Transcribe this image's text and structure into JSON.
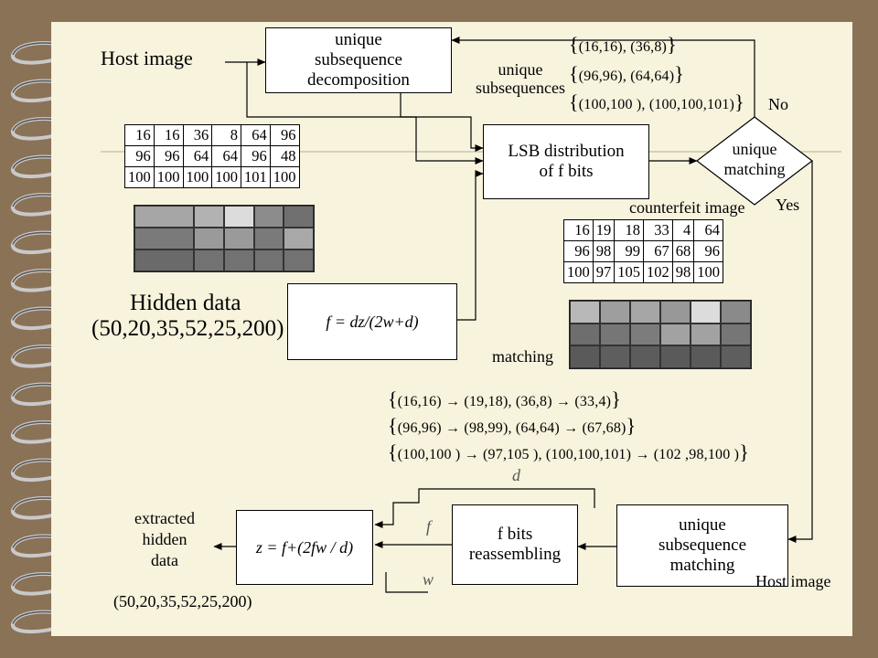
{
  "boxes": {
    "decomposition": "unique\nsubsequence\ndecomposition",
    "lsb": "LSB distribution\nof f bits",
    "formula_f": "f = dz/(2w+d)",
    "reassembling": "f bits\nreassembling",
    "matching_box": "unique\nsubsequence\nmatching",
    "formula_z": "z = f+(2fw / d)",
    "decision": "unique\nmatching"
  },
  "labels": {
    "host_image_top": "Host image",
    "host_image_bottom": "Host image",
    "unique_subsequences": "unique\nsubsequences",
    "no": "No",
    "yes": "Yes",
    "counterfeit_image": "counterfeit image",
    "hidden_data_title": "Hidden data",
    "hidden_data_values": "(50,20,35,52,25,200)",
    "matching": "matching",
    "extracted": "extracted\nhidden\ndata",
    "extracted_values": "(50,20,35,52,25,200)",
    "var_d": "d",
    "var_f": "f",
    "var_w": "w"
  },
  "subsequence_sets": [
    "(16,16), (36,8)",
    "(96,96), (64,64)",
    "(100,100 ), (100,100,101)"
  ],
  "mapping_sets": [
    "(16,16) → (19,18), (36,8) → (33,4)",
    "(96,96) → (98,99), (64,64) → (67,68)",
    "(100,100 ) → (97,105 ), (100,100,101) → (102 ,98,100 )"
  ],
  "host_table": [
    [
      "16",
      "16",
      "36",
      "8",
      "64",
      "96"
    ],
    [
      "96",
      "96",
      "64",
      "64",
      "96",
      "48"
    ],
    [
      "100",
      "100",
      "100",
      "100",
      "101",
      "100"
    ]
  ],
  "counterfeit_table": [
    [
      "16",
      "19",
      "18",
      "33",
      "4",
      "64"
    ],
    [
      "96",
      "98",
      "99",
      "67",
      "68",
      "96"
    ],
    [
      "100",
      "97",
      "105",
      "102",
      "98",
      "100"
    ]
  ],
  "host_gray": {
    "cols": [
      "2fr",
      "1fr",
      "1fr",
      "1fr",
      "1fr"
    ],
    "rows": [
      [
        "#a6a6a6",
        "#b2b2b2",
        "#dcdcdc",
        "#8c8c8c",
        "#707070"
      ],
      [
        "#7a7a7a",
        "#9a9a9a",
        "#9a9a9a",
        "#7a7a7a",
        "#a8a8a8"
      ],
      [
        "#6a6a6a",
        "#727272",
        "#727272",
        "#727272",
        "#727272"
      ]
    ]
  },
  "counterfeit_gray": {
    "cols": [
      "1fr",
      "1fr",
      "1fr",
      "1fr",
      "1fr",
      "1fr"
    ],
    "rows": [
      [
        "#b8b8b8",
        "#9e9e9e",
        "#a6a6a6",
        "#989898",
        "#dcdcdc",
        "#8a8a8a"
      ],
      [
        "#6e6e6e",
        "#767676",
        "#7c7c7c",
        "#a2a2a2",
        "#a2a2a2",
        "#767676"
      ],
      [
        "#5a5a5a",
        "#5e5e5e",
        "#5c5c5c",
        "#5a5a5a",
        "#5a5a5a",
        "#5e5e5e"
      ]
    ]
  }
}
